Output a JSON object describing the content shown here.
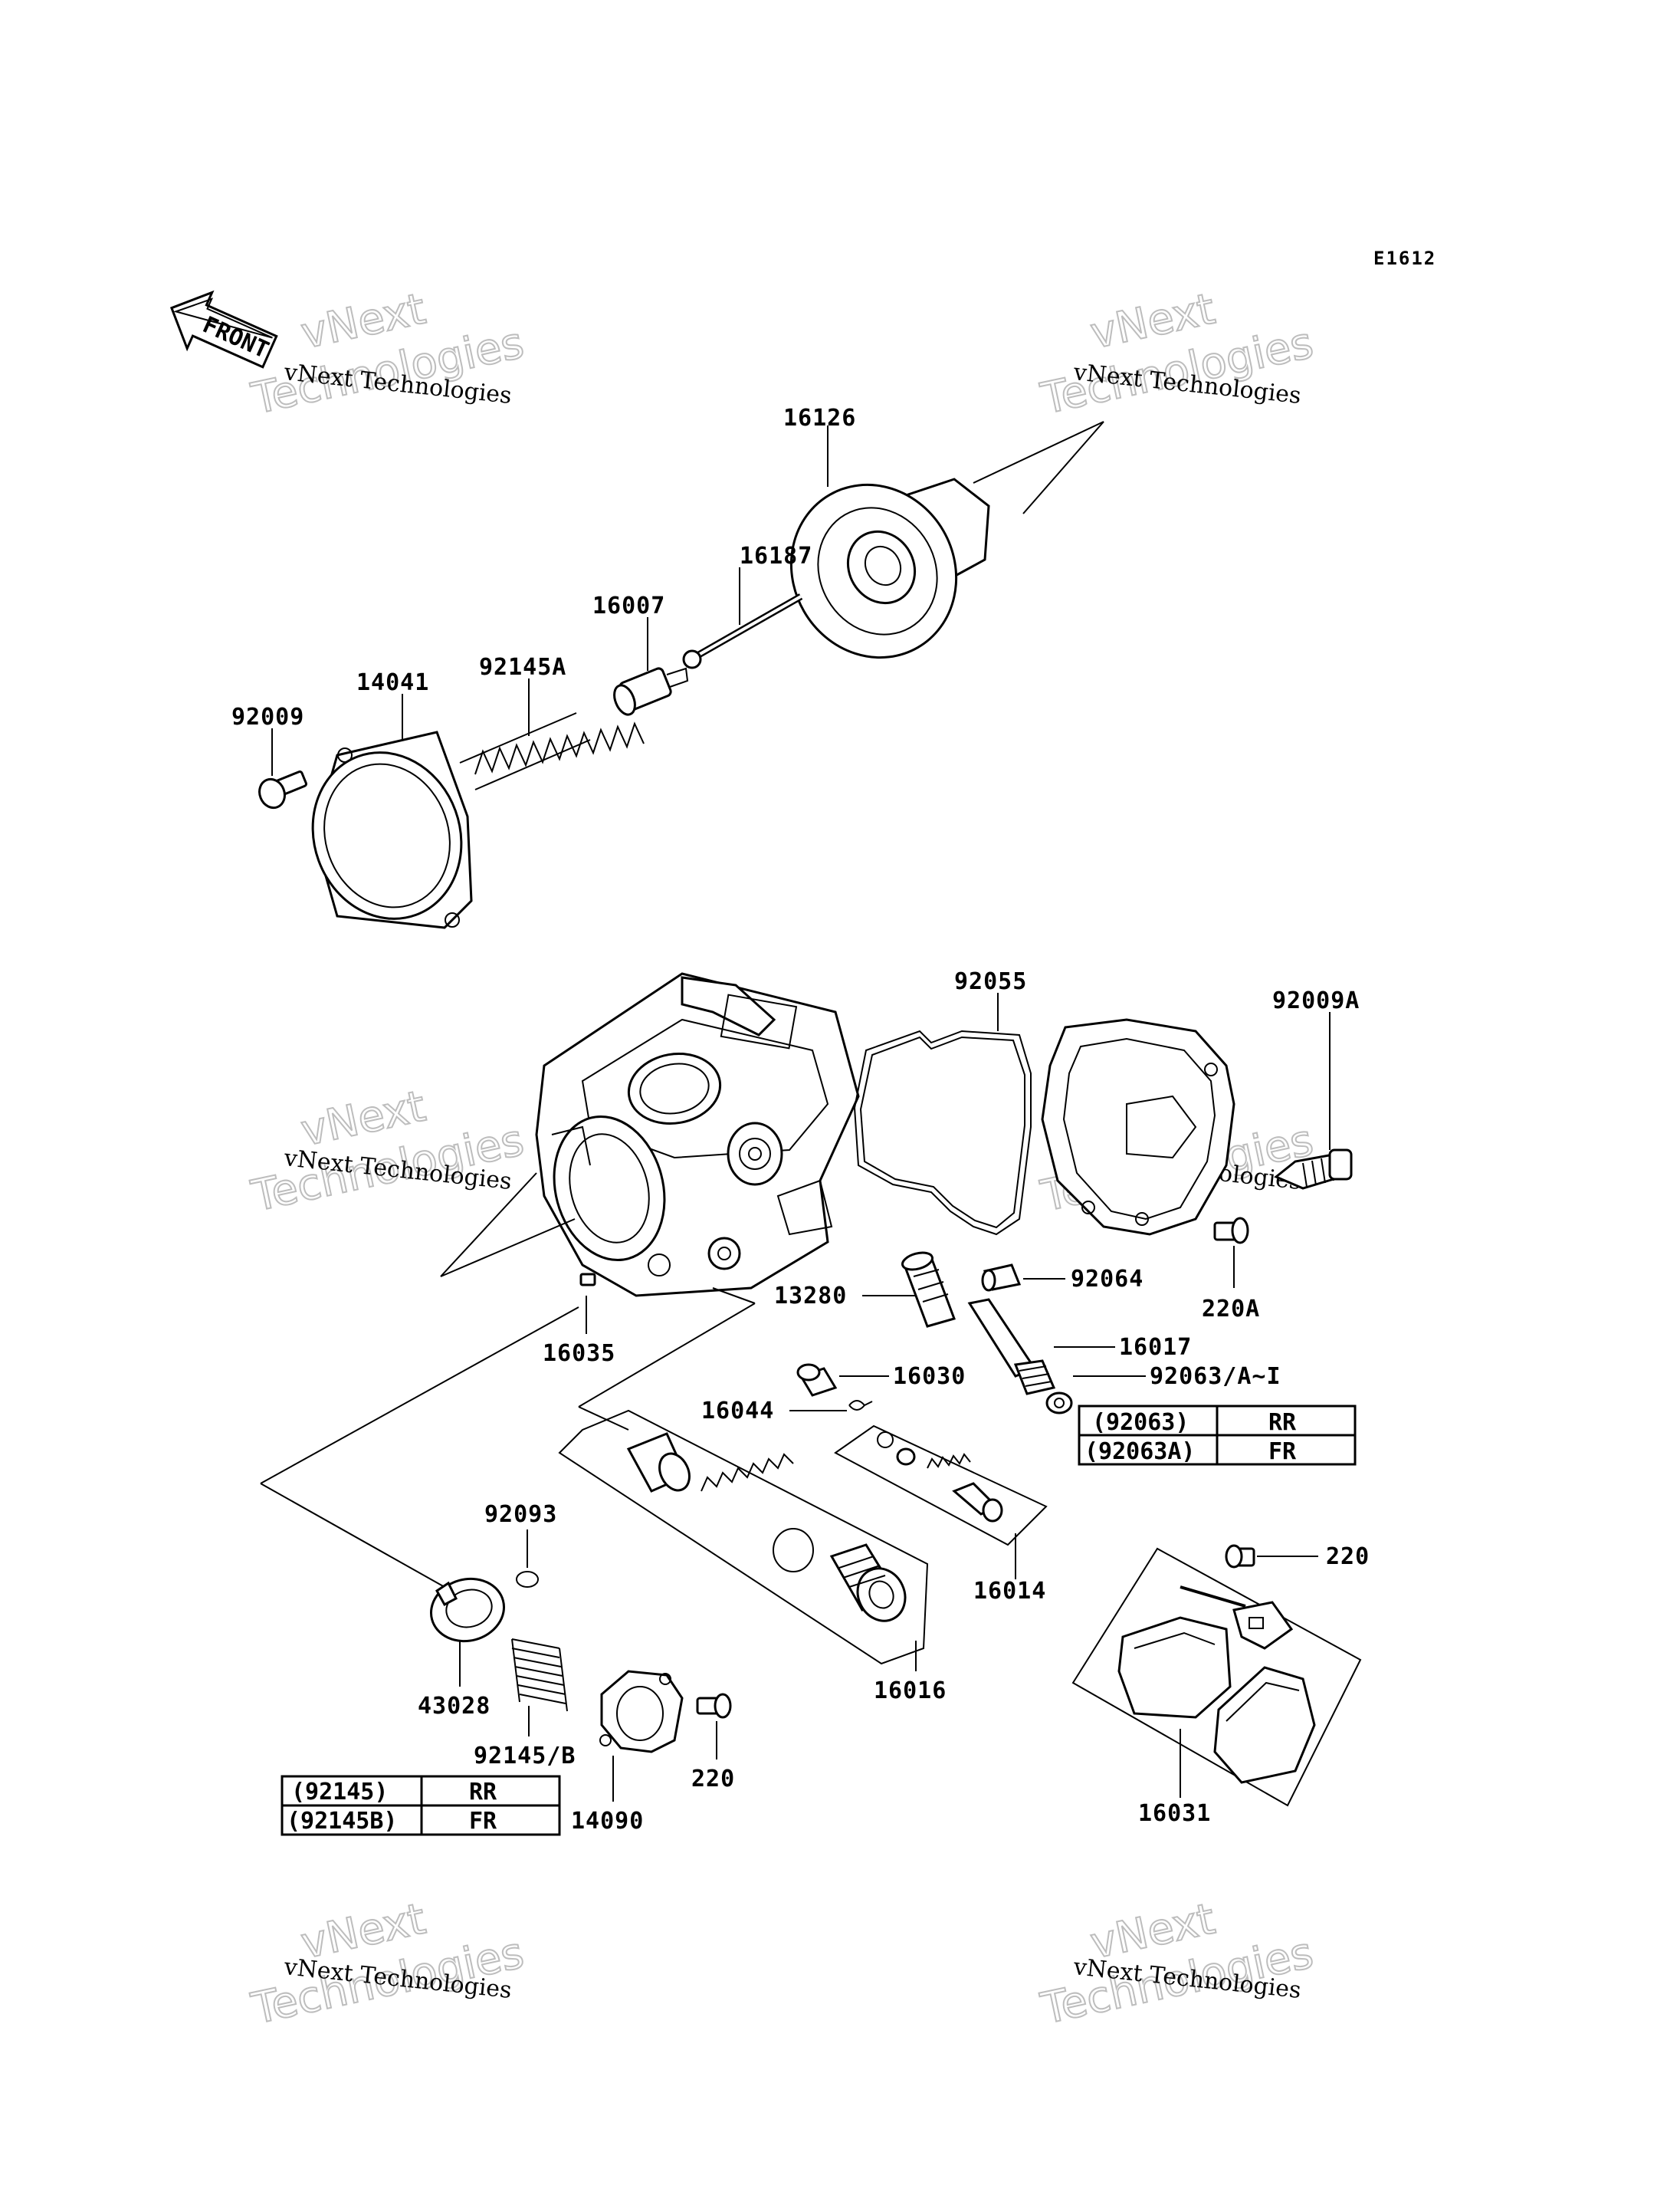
{
  "diagram_code": "E1612",
  "front_label": "FRONT",
  "watermark": {
    "line1": "vNext Technologies",
    "line2": "vNext",
    "line3": "Technologies"
  },
  "parts": {
    "p16126": "16126",
    "p16187": "16187",
    "p16007": "16007",
    "p92145A": "92145A",
    "p14041": "14041",
    "p92009": "92009",
    "p92055": "92055",
    "p92009A": "92009A",
    "p92064": "92064",
    "p13280": "13280",
    "p220A": "220A",
    "p16017": "16017",
    "p16035": "16035",
    "p16030": "16030",
    "p92063": "92063/A~I",
    "p16044": "16044",
    "p92093": "92093",
    "p16014": "16014",
    "p220_r": "220",
    "p43028": "43028",
    "p92145B": "92145/B",
    "p16016": "16016",
    "p220_b": "220",
    "p14090": "14090",
    "p16031": "16031"
  },
  "tables": {
    "t92063": [
      {
        "code": "(92063)",
        "pos": "RR"
      },
      {
        "code": "(92063A)",
        "pos": "FR"
      }
    ],
    "t92145": [
      {
        "code": "(92145)",
        "pos": "RR"
      },
      {
        "code": "(92145B)",
        "pos": "FR"
      }
    ]
  }
}
